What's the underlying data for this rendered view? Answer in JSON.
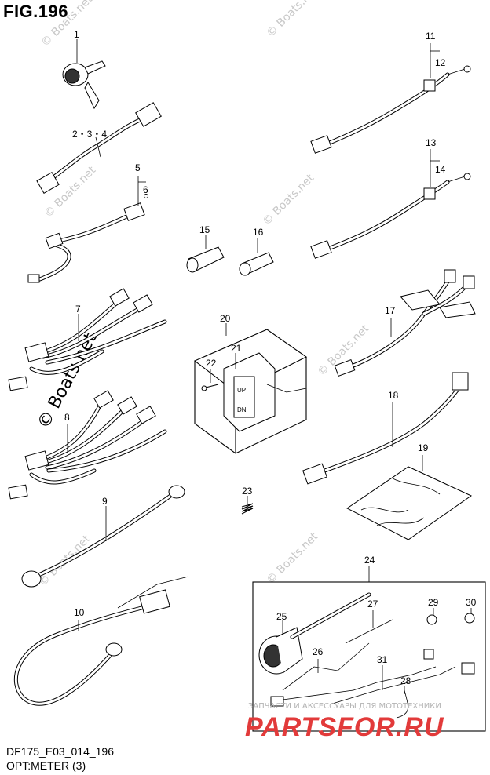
{
  "figure": {
    "title": "FIG.196",
    "code": "DF175_E03_014_196",
    "name": "OPT:METER (3)"
  },
  "watermarks": {
    "boats": "© Boats.net",
    "shop_subtitle": "ЗАПЧАСТИ И АКСЕССУАРЫ ДЛЯ МОТОТЕХНИКИ",
    "shop_logo": "PARTSFOR.RU"
  },
  "callouts": {
    "c1": "1",
    "c2": "2・3・4",
    "c5": "5",
    "c6": "6",
    "c7": "7",
    "c8": "8",
    "c9": "9",
    "c10": "10",
    "c11": "11",
    "c12": "12",
    "c13": "13",
    "c14": "14",
    "c15": "15",
    "c16": "16",
    "c17": "17",
    "c18": "18",
    "c19": "19",
    "c20": "20",
    "c21": "21",
    "c22": "22",
    "c23": "23",
    "c24": "24",
    "c25": "25",
    "c26": "26",
    "c27": "27",
    "c28": "28",
    "c29": "29",
    "c30": "30",
    "c31": "31"
  },
  "switch_labels": {
    "up": "UP",
    "dn": "DN"
  }
}
